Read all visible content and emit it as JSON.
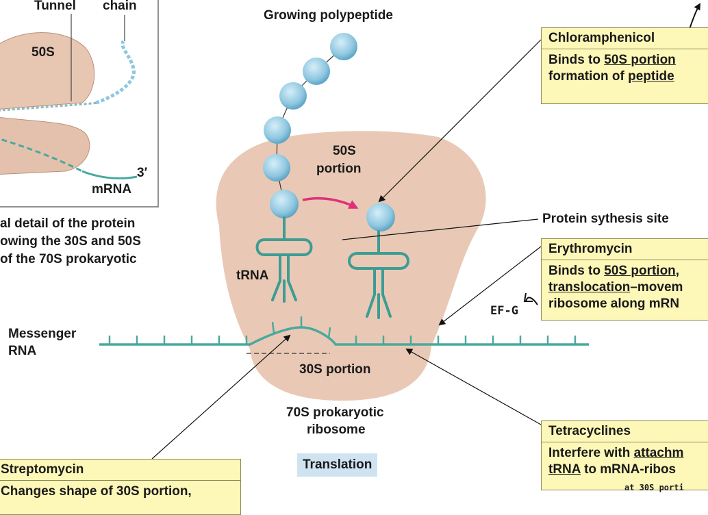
{
  "inset": {
    "tunnel_label": "Tunnel",
    "chain_label": "chain",
    "subunit_label": "50S",
    "three_prime": "3′",
    "mrna_label": "mRNA",
    "caption_lines": [
      "al detail of the protein",
      "owing the 30S and 50S",
      " of the 70S prokaryotic"
    ]
  },
  "main": {
    "growing_polypeptide": "Growing polypeptide",
    "fifty_s_line1": "50S",
    "fifty_s_line2": "portion",
    "trna_label": "tRNA",
    "messenger_line1": "Messenger",
    "messenger_line2": "RNA",
    "thirty_s": "30S portion",
    "ribosome_line1": "70S prokaryotic",
    "ribosome_line2": "ribosome",
    "translation": "Translation",
    "protein_site": "Protein sythesis site"
  },
  "boxes": {
    "chloramphenicol": {
      "header": "Chloramphenicol",
      "line1_pre": "Binds to ",
      "line1_u": "50S portion",
      "line2_pre": "formation of ",
      "line2_u": "peptide"
    },
    "erythromycin": {
      "header": "Erythromycin",
      "line1_pre": "Binds to ",
      "line1_u": "50S portion",
      "line1_post": ",",
      "line2_u": "translocation",
      "line2_post": "–movem",
      "line3": "ribosome along mRN"
    },
    "tetracyclines": {
      "header": "Tetracyclines",
      "line1_pre": "Interfere with ",
      "line1_u": "attachm",
      "line2_u": "tRNA",
      "line2_post": " to mRNA-ribos",
      "handwritten": "at 30S porti"
    },
    "streptomycin": {
      "header": "Streptomycin",
      "line1": "Changes shape of 30S portion,"
    }
  },
  "handwritten": {
    "ef_g": "EF-G"
  },
  "colors": {
    "ribosome": "#e9c9b5",
    "trna": "#3d9c93",
    "bead": "#9fd0e6",
    "arrow": "#e0307a",
    "box_fill": "#fdf7b8",
    "translation_fill": "#cfe3f1"
  }
}
